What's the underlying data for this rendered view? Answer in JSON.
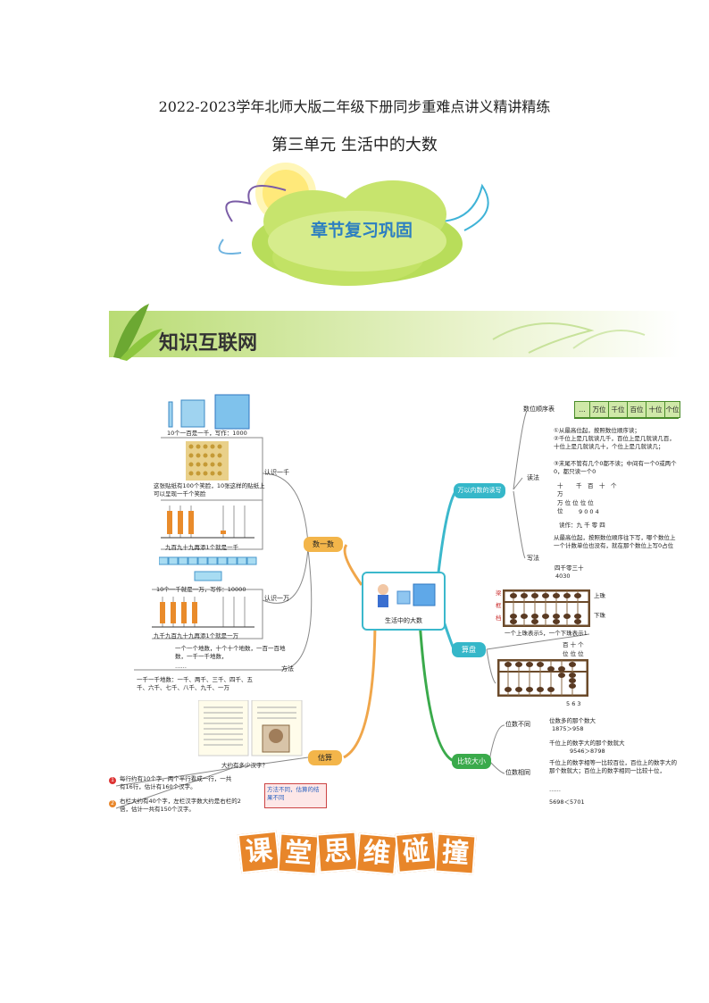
{
  "header": {
    "title": "2022-2023学年北师大版二年级下册同步重难点讲义精讲精练",
    "subtitle": "第三单元 生活中的大数"
  },
  "banner": {
    "label": "章节复习巩固"
  },
  "section": {
    "label": "知识互联网"
  },
  "mindmap": {
    "center": "生活中的大数",
    "branch_count": "数一数",
    "branch_read": "万以内数的读写",
    "branch_abacus": "算盘",
    "branch_compare": "比较大小",
    "branch_estimate": "估算",
    "count": {
      "sub1": "认识一千",
      "sub2": "认识一万",
      "sub3": "方法",
      "caption_1000": "10个一百是一千，写作：1000",
      "caption_stickers": "这张贴纸有100个笑脸，10张这样的贴纸上可以呈现一千个笑脸",
      "caption_abacus1": "九百九十九再添1个就是一千",
      "caption_10000": "10个一千就是一万，写作：10000",
      "caption_abacus2": "九千九百九十九再添1个就是一万",
      "method1": "一个一个地数，十个十个地数，一百一百地数，一千一千地数，",
      "method_dots": "……",
      "method2": "一千一千地数：一千、两千、三千、四千、五千、六千、七千、八千、九千、一万"
    },
    "read": {
      "order_label": "数位顺序表",
      "order_cells": [
        "…",
        "万位",
        "千位",
        "百位",
        "十位",
        "个位"
      ],
      "read_label": "读法",
      "rule1": "①从最高位起，按照数位顺序读；",
      "rule2": "②千位上是几就读几千，百位上是几就读几百，十位上是几就读几十，个位上是几就读几；",
      "rule3": "③末尾不管有几个0都不读；中间有一个0或两个0，都只读一个0",
      "digits_header": [
        "十",
        "万",
        "千",
        "百",
        "十",
        "个"
      ],
      "digits_row2": "万  位  位  位  位",
      "digits_row3": "位",
      "digits_values": "9  0  0  4",
      "read_example": "读作：九 千 零 四",
      "write_label": "写法",
      "write_rule": "从最高位起，按照数位顺序往下写，哪个数位上一个计数单位也没有，就在那个数位上写0占位",
      "write_example": "四千零三十",
      "write_number": "4030"
    },
    "abacus": {
      "side_beam": "梁",
      "side_frame": "框",
      "side_bar": "档",
      "upper": "上珠",
      "lower": "下珠",
      "rule": "一个上珠表示5，一个下珠表示1",
      "places_top": "百 十 个",
      "places_bottom": "位 位 位",
      "value": "5  6  3"
    },
    "compare": {
      "diff_label": "位数不同",
      "diff_rule": "位数多的那个数大",
      "diff_example": "1875＞958",
      "same_label": "位数相同",
      "same_rule": "千位上的数字大的那个数就大",
      "same_example": "9546＞8798",
      "same_rule2": "千位上的数字相等一比较百位，百位上的数字大的那个数就大；百位上的数字相同一比较十位，",
      "same_dots": "……",
      "same_example2": "5698＜5701"
    },
    "estimate": {
      "question": "大约有多少汉字？",
      "step1": "每行约有10个字，两个半行看成一行，一共有16行，估计有160个汉字。",
      "step2": "右栏大约有40个字，左栏汉字数大约是右栏的2倍，估计一共有150个汉字。",
      "note": "方法不同，估算的结果不同"
    }
  },
  "footer_banner": {
    "chars": [
      "课",
      "堂",
      "思",
      "维",
      "碰",
      "撞"
    ]
  },
  "colors": {
    "orange_node": "#f3b54a",
    "teal_node": "#35b7c9",
    "green_line": "#3aaa4b",
    "leaf_green": "#8cc63f",
    "banner_orange": "#e8862a"
  }
}
